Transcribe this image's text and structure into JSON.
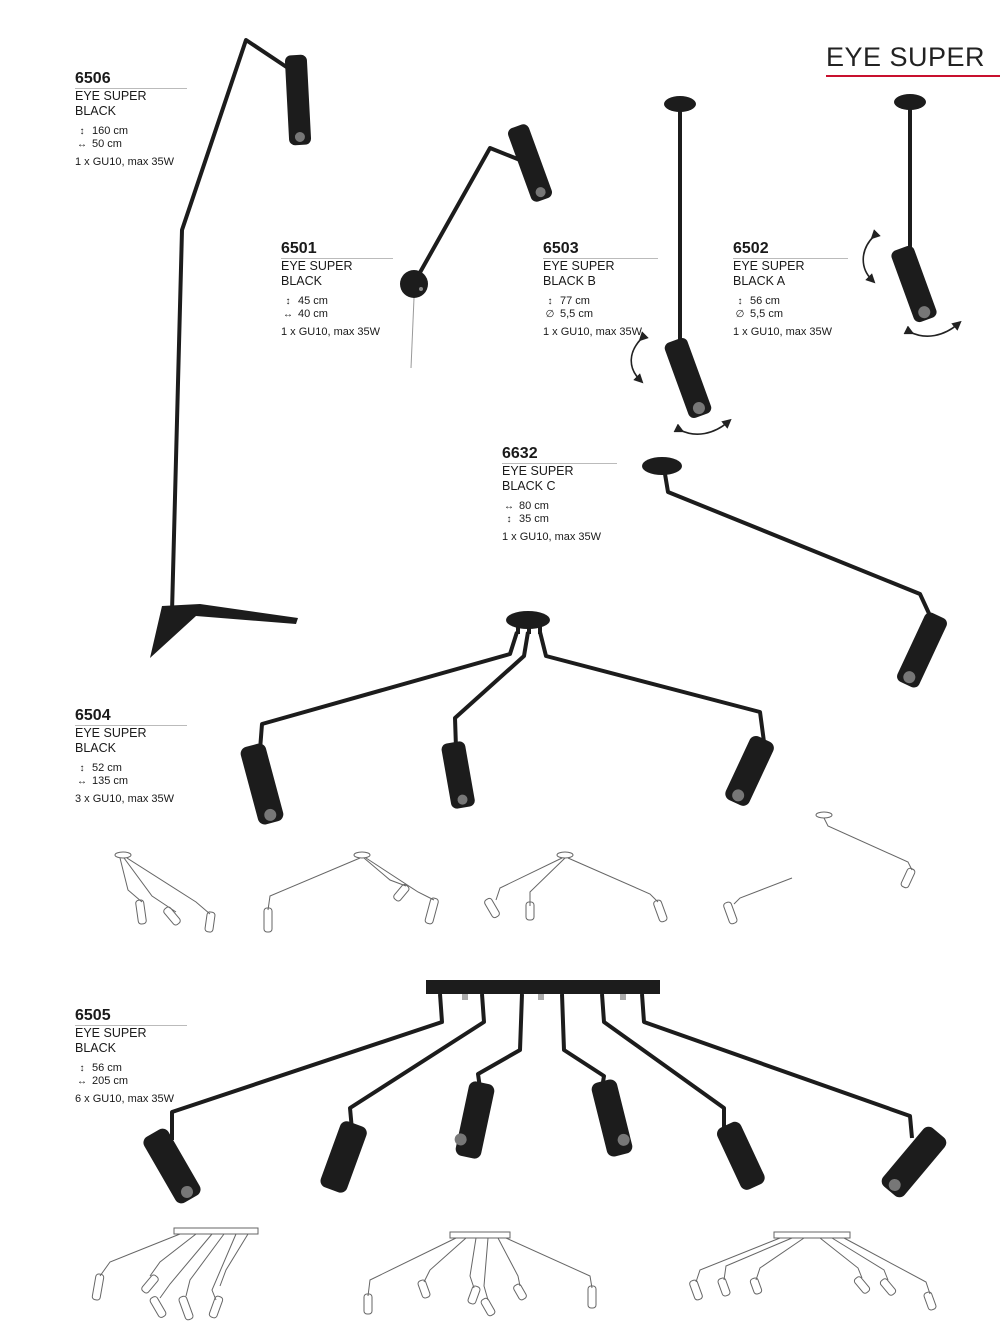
{
  "brand": {
    "series_title": "EYE SUPER",
    "accent": "#c8102e"
  },
  "products": [
    {
      "code": "6506",
      "name": "EYE SUPER BLACK",
      "specs": [
        {
          "icon": "height-arrow-icon",
          "glyph": "↕",
          "value": "160 cm"
        },
        {
          "icon": "width-arrow-icon",
          "glyph": "↔",
          "value": "50 cm"
        }
      ],
      "bulb": "1 x GU10, max 35W"
    },
    {
      "code": "6501",
      "name": "EYE SUPER BLACK",
      "specs": [
        {
          "icon": "height-arrow-icon",
          "glyph": "↕",
          "value": "45 cm"
        },
        {
          "icon": "width-arrow-icon",
          "glyph": "↔",
          "value": "40 cm"
        }
      ],
      "bulb": "1 x GU10, max 35W"
    },
    {
      "code": "6503",
      "name": "EYE SUPER BLACK B",
      "specs": [
        {
          "icon": "height-arrow-icon",
          "glyph": "↕",
          "value": "77 cm"
        },
        {
          "icon": "diameter-icon",
          "glyph": "∅",
          "value": "5,5 cm"
        }
      ],
      "bulb": "1 x GU10, max 35W"
    },
    {
      "code": "6502",
      "name": "EYE SUPER BLACK A",
      "specs": [
        {
          "icon": "height-arrow-icon",
          "glyph": "↕",
          "value": "56 cm"
        },
        {
          "icon": "diameter-icon",
          "glyph": "∅",
          "value": "5,5 cm"
        }
      ],
      "bulb": "1 x GU10, max 35W"
    },
    {
      "code": "6632",
      "name": "EYE SUPER BLACK C",
      "specs": [
        {
          "icon": "width-arrow-icon",
          "glyph": "↔",
          "value": "80 cm"
        },
        {
          "icon": "height-arrow-icon",
          "glyph": "↕",
          "value": "35 cm"
        }
      ],
      "bulb": "1 x GU10, max 35W"
    },
    {
      "code": "6504",
      "name": "EYE SUPER BLACK",
      "specs": [
        {
          "icon": "height-arrow-icon",
          "glyph": "↕",
          "value": "52 cm"
        },
        {
          "icon": "width-arrow-icon",
          "glyph": "↔",
          "value": "135 cm"
        }
      ],
      "bulb": "3 x GU10, max 35W"
    },
    {
      "code": "6505",
      "name": "EYE SUPER BLACK",
      "specs": [
        {
          "icon": "height-arrow-icon",
          "glyph": "↕",
          "value": "56 cm"
        },
        {
          "icon": "width-arrow-icon",
          "glyph": "↔",
          "value": "205 cm"
        }
      ],
      "bulb": "6 x GU10, max 35W"
    }
  ],
  "illustrations": {
    "lamp_color": "#1c1c1c",
    "line_art_color": "#666666",
    "items": [
      "floor-lamp-illustration",
      "wall-lamp-illustration",
      "ceiling-spot-b-illustration",
      "ceiling-spot-a-illustration",
      "ceiling-arm-c-illustration",
      "three-arm-chandelier-illustration",
      "six-arm-chandelier-illustration",
      "line-art-variants"
    ]
  }
}
